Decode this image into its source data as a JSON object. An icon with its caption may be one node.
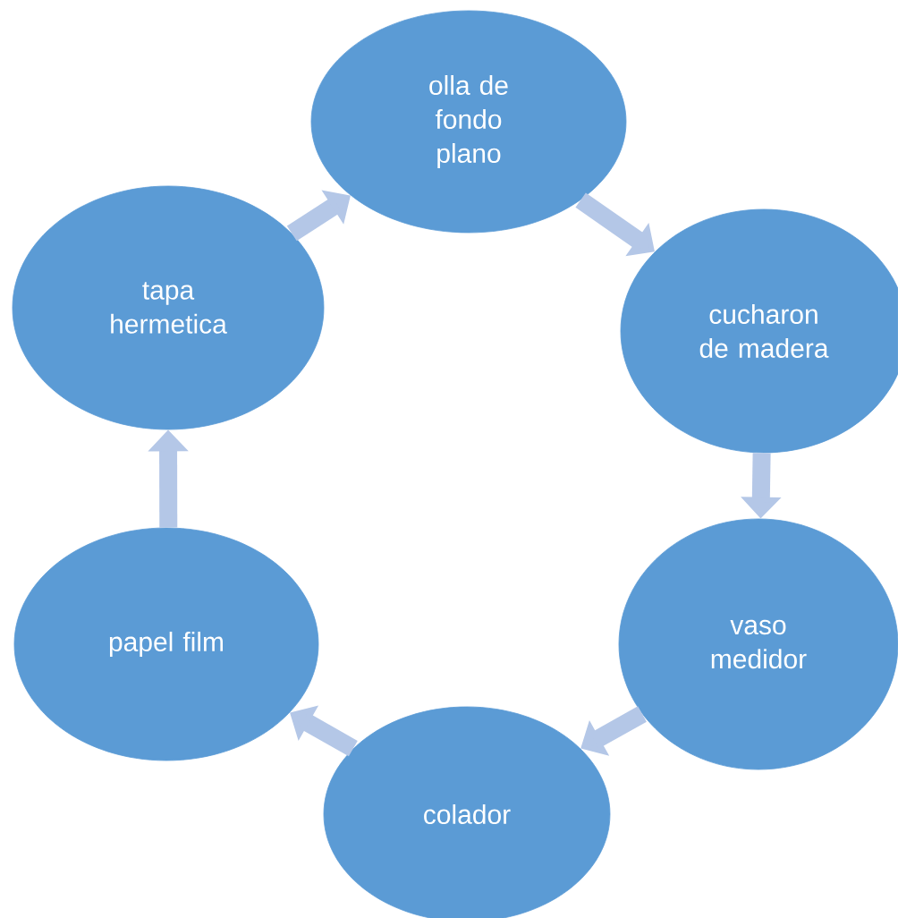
{
  "diagram": {
    "nodes": [
      {
        "text": [
          "olla de fondo plano"
        ]
      },
      {
        "text": [
          "cucharon de madera"
        ]
      },
      {
        "text": [
          "vaso medidor"
        ]
      },
      {
        "text": [
          "colador"
        ]
      },
      {
        "text": [
          "papel film"
        ]
      },
      {
        "text": [
          "tapa hermetica"
        ]
      }
    ],
    "edges": [
      {
        "from": 0,
        "to": 1,
        "arrow": "to"
      },
      {
        "from": 1,
        "to": 2,
        "arrow": "to"
      },
      {
        "from": 2,
        "to": 3,
        "arrow": "to"
      },
      {
        "from": 3,
        "to": 4,
        "arrow": "to"
      },
      {
        "from": 4,
        "to": 5,
        "arrow": "to"
      },
      {
        "from": 5,
        "to": 0,
        "arrow": "to"
      }
    ]
  }
}
